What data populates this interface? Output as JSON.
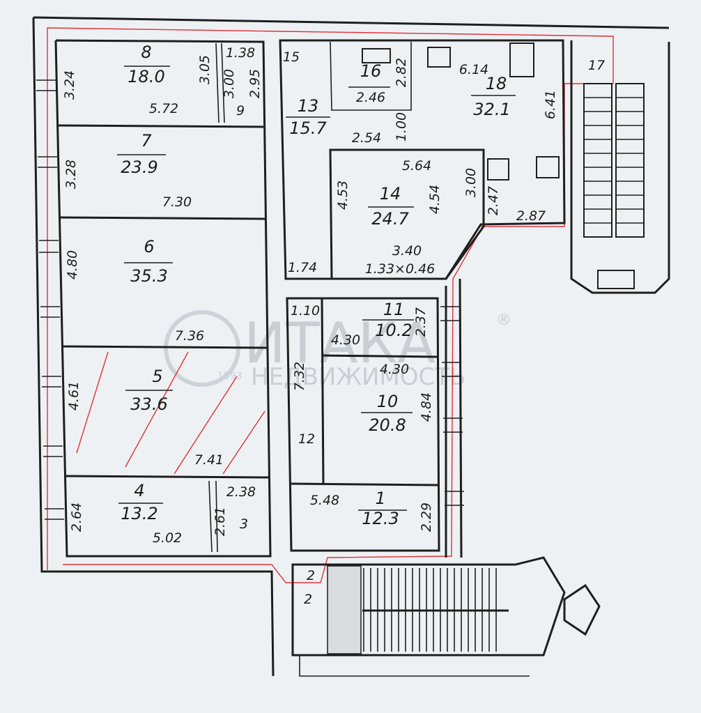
{
  "watermark": {
    "brand": "ИТАКА",
    "sub": "НЕДВИЖИМОСТЬ",
    "year": "1993",
    "reg": "®"
  },
  "rooms": [
    {
      "id": "8",
      "area": "18.0"
    },
    {
      "id": "9",
      "area": ""
    },
    {
      "id": "7",
      "area": "23.9"
    },
    {
      "id": "6",
      "area": "35.3"
    },
    {
      "id": "5",
      "area": "33.6"
    },
    {
      "id": "4",
      "area": "13.2"
    },
    {
      "id": "3",
      "area": ""
    },
    {
      "id": "15",
      "area": ""
    },
    {
      "id": "16",
      "area": "2.46"
    },
    {
      "id": "13",
      "area": "15.7"
    },
    {
      "id": "18",
      "area": "32.1"
    },
    {
      "id": "17",
      "area": ""
    },
    {
      "id": "14",
      "area": "24.7"
    },
    {
      "id": "11",
      "area": "10.2"
    },
    {
      "id": "10",
      "area": "20.8"
    },
    {
      "id": "12",
      "area": ""
    },
    {
      "id": "1",
      "area": "12.3"
    },
    {
      "id": "2",
      "area": ""
    },
    {
      "id": "2",
      "area": ""
    }
  ],
  "dimensions": [
    "3.24",
    "5.72",
    "3.05",
    "1.38",
    "3.00",
    "2.95",
    "3.28",
    "7.30",
    "4.80",
    "7.36",
    "4.61",
    "7.41",
    "2.64",
    "5.02",
    "2.38",
    "2.61",
    "2.82",
    "1.00",
    "2.54",
    "6.14",
    "6.41",
    "5.64",
    "4.53",
    "4.54",
    "3.00",
    "2.47",
    "2.87",
    "3.40",
    "1.33×0.46",
    "1.74",
    "1.10",
    "4.30",
    "2.37",
    "4.30",
    "7.32",
    "4.84",
    "5.48",
    "2.29"
  ]
}
